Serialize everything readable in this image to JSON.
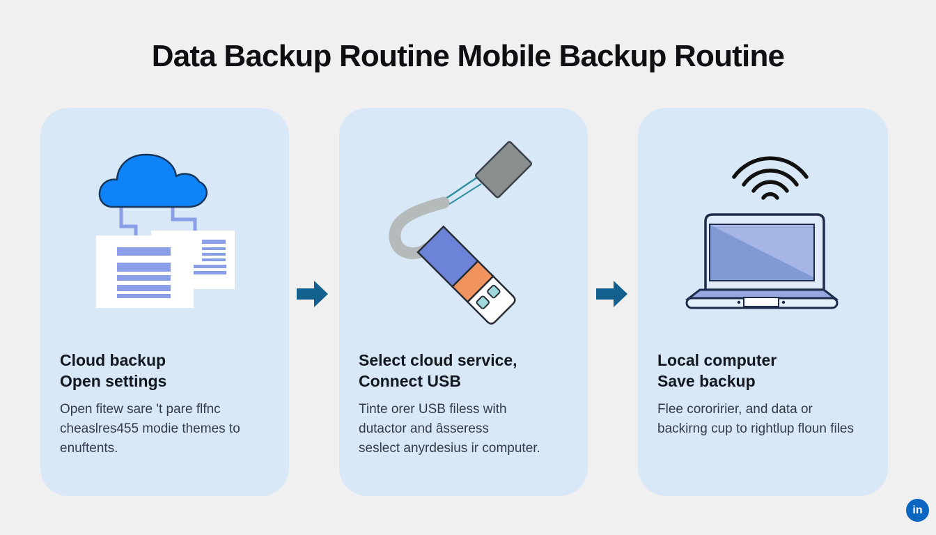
{
  "title": "Data Backup Routine Mobile Backup Routine",
  "steps": [
    {
      "icon": "cloud-documents",
      "heading": "Cloud backup\nOpen settings",
      "body": "Open fitew sare 't pare flfnc\ncheaslres455 modie themes to\nenuftents."
    },
    {
      "icon": "usb-drive-cable",
      "heading": "Select cloud service,\nConnect USB",
      "body": "Tinte orer USB filess with\ndutactor and âsseress\nseslect anyrdesius ir computer."
    },
    {
      "icon": "laptop-wifi",
      "heading": "Local computer\nSave backup",
      "body": "Flee cororirier, and data or\nbackirng cup to rightlup floun files"
    }
  ],
  "footer": {
    "linkedin": "in"
  },
  "colors": {
    "page_background": "#f0f0f1",
    "card_background": "#d8e8f6",
    "title_text": "#0e0f12",
    "heading_text": "#11161f",
    "body_text": "#333b47",
    "arrow": "#135f8d",
    "cloud_blue": "#0f84f8",
    "document_line": "#8b9ee8",
    "usb_body": "#6d83d8",
    "usb_band": "#f0935f",
    "usb_contact": "#9fd8da",
    "plug_gray": "#8b8e8f",
    "cable_gray": "#b5bbba",
    "cable_wire_teal": "#2f8fa0",
    "laptop_screen": "#8299d5",
    "laptop_screen_light": "#a6b4e6",
    "laptop_body": "#97a8e0",
    "outline_navy": "#1d2c4b",
    "wifi_black": "#101010",
    "linkedin_blue": "#0b66c2"
  }
}
